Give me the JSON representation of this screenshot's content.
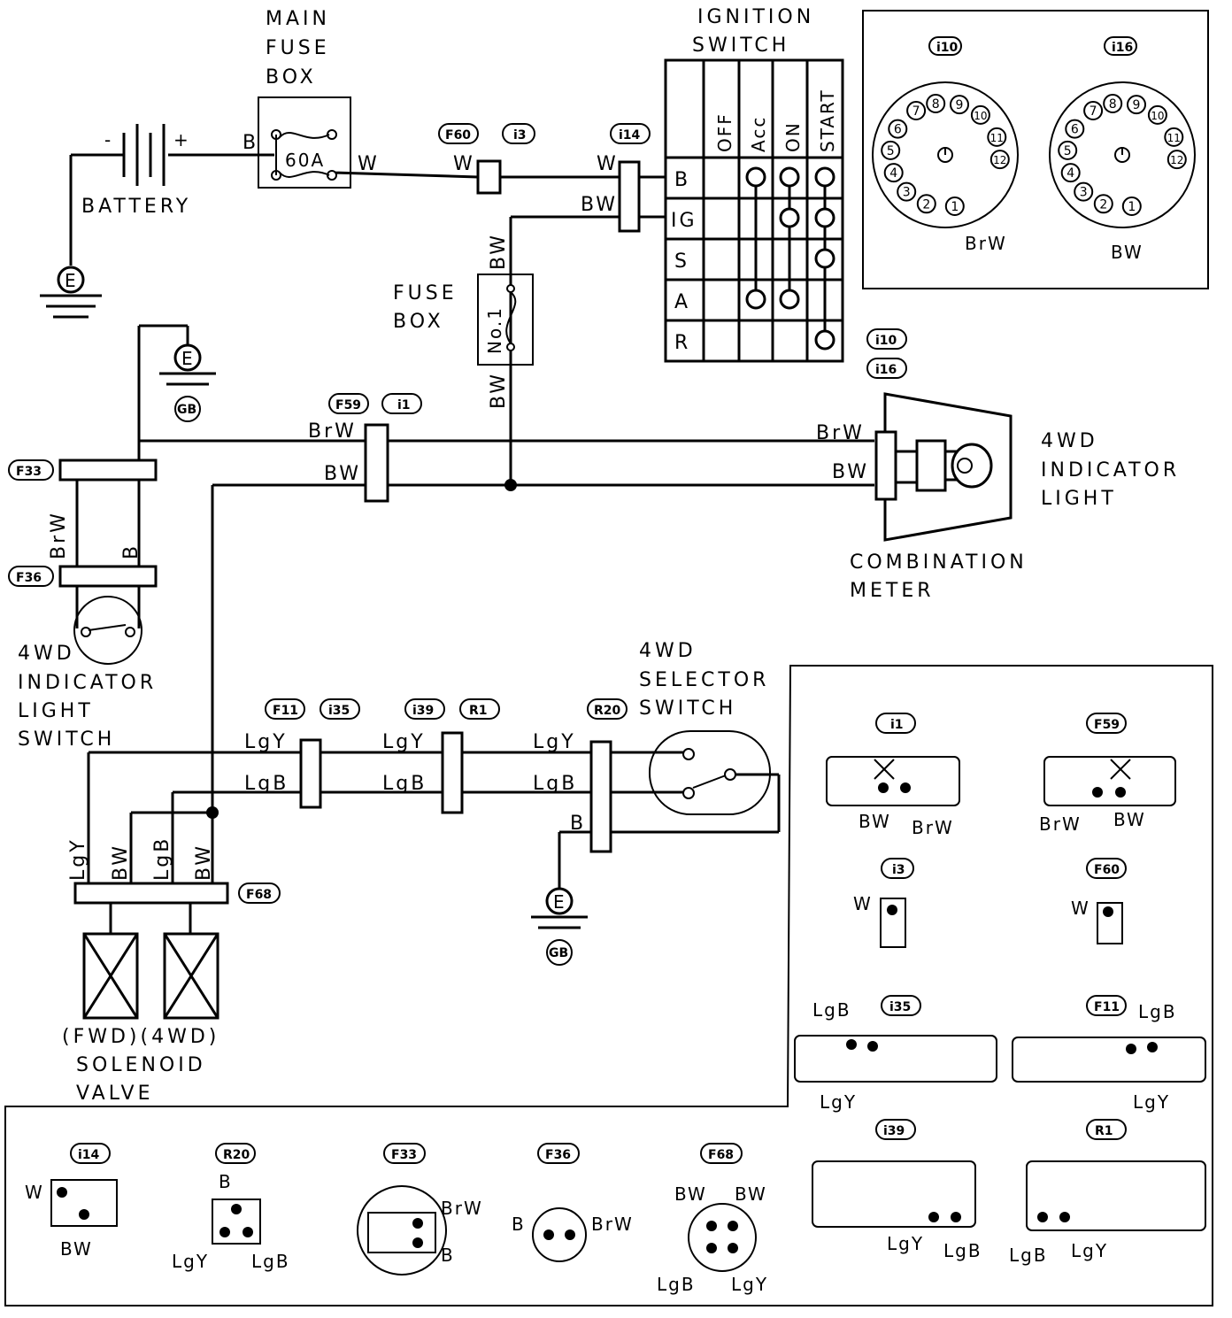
{
  "components": {
    "main_fuse_box": [
      "MAIN",
      "FUSE",
      "BOX"
    ],
    "main_fuse_rating": "60A",
    "ignition_switch": [
      "IGNITION",
      "SWITCH"
    ],
    "battery": "BATTERY",
    "battery_minus": "-",
    "battery_plus": "+",
    "fuse_box": [
      "FUSE",
      "BOX"
    ],
    "fuse_no": "No.1",
    "ind_light": [
      "4WD",
      "INDICATOR",
      "LIGHT"
    ],
    "combination_meter": [
      "COMBINATION",
      "METER"
    ],
    "ind_light_switch": [
      "4WD",
      "INDICATOR",
      "LIGHT",
      "SWITCH"
    ],
    "selector_switch": [
      "4WD",
      "SELECTOR",
      "SWITCH"
    ],
    "solenoid": [
      "(FWD)(4WD)",
      "SOLENOID",
      "VALVE"
    ],
    "ground_e": "E",
    "ground_gb": "GB"
  },
  "ignition_table": {
    "columns": [
      "OFF",
      "Acc",
      "ON",
      "START"
    ],
    "rows": [
      "B",
      "IG",
      "S",
      "A",
      "R"
    ]
  },
  "connector_tags": {
    "F60": "F60",
    "i3": "i3",
    "i14": "i14",
    "F59": "F59",
    "i1": "i1",
    "i10": "i10",
    "i16": "i16",
    "F33": "F33",
    "F36": "F36",
    "F11": "F11",
    "i35": "i35",
    "i39": "i39",
    "R1": "R1",
    "R20": "R20",
    "F68": "F68"
  },
  "wire_labels": {
    "B": "B",
    "W": "W",
    "BW": "BW",
    "BrW": "BrW",
    "LgY": "LgY",
    "LgB": "LgB"
  },
  "meter_connectors": {
    "pins": [
      "1",
      "2",
      "3",
      "4",
      "5",
      "6",
      "7",
      "8",
      "9",
      "10",
      "11",
      "12"
    ],
    "i10_wire": "BrW",
    "i16_wire": "BW"
  }
}
